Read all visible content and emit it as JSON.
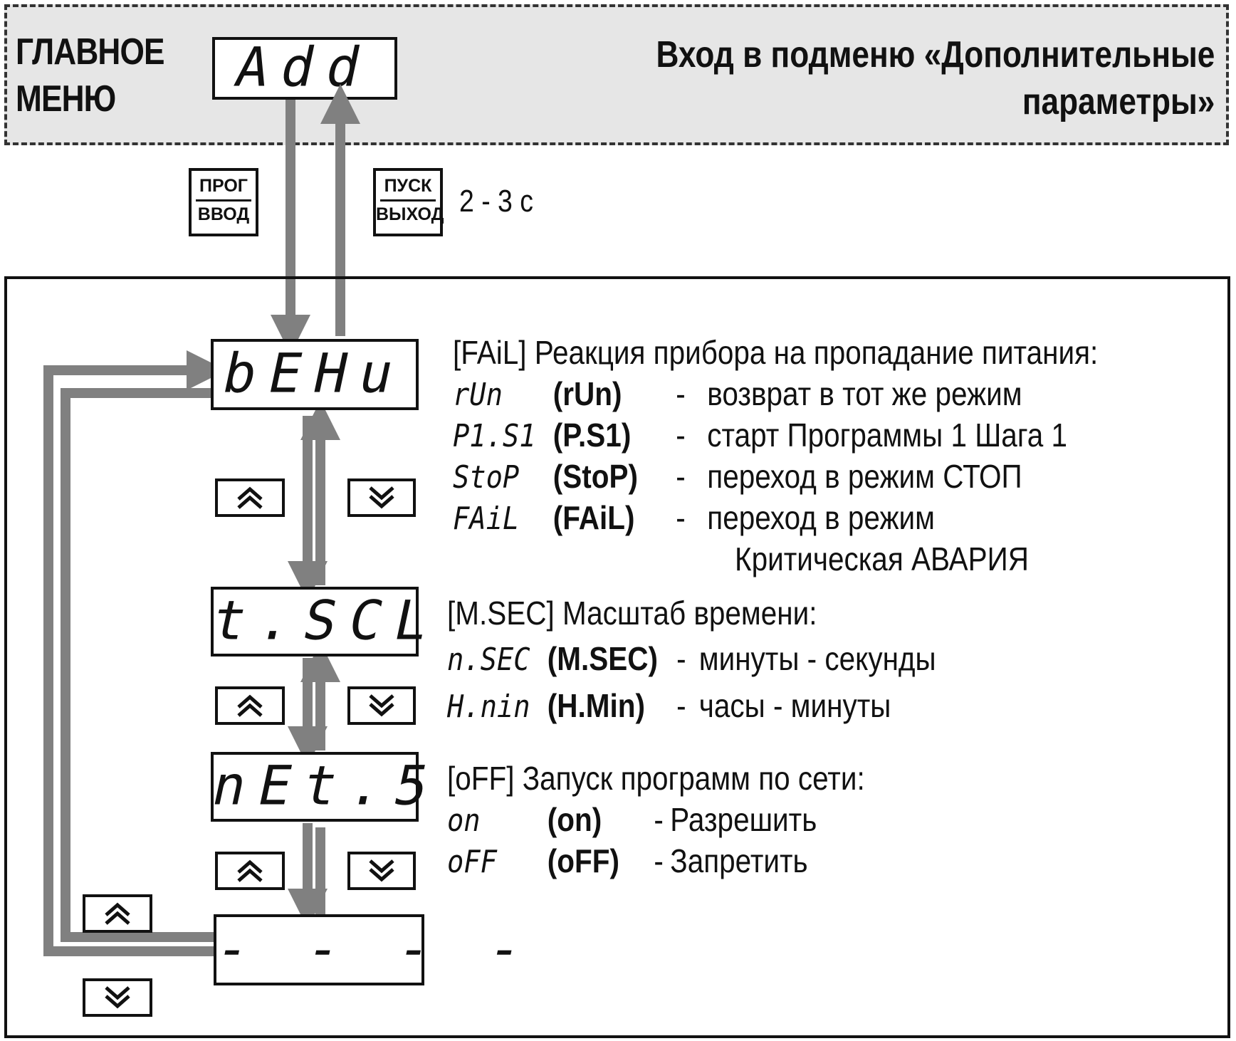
{
  "header": {
    "main_menu_line1": "ГЛАВНОЕ",
    "main_menu_line2": "МЕНЮ",
    "main_display": "Add",
    "submenu_line1": "Вход в подменю «Дополнительные",
    "submenu_line2": "параметры»"
  },
  "keys": {
    "prog_top": "ПРОГ",
    "prog_bottom": "ВВОД",
    "start_top": "ПУСК",
    "start_bottom": "ВЫХОД",
    "hold_time": "2 - 3 с"
  },
  "displays": {
    "behu": "bEHu",
    "tscl": "t.SCL",
    "nets": "nEt.5",
    "end": "- - - -"
  },
  "fail_section": {
    "heading": "[FAiL] Реакция прибора на пропадание питания:",
    "options": [
      {
        "code": "rUn",
        "name": "(rUn)",
        "dash": "-",
        "text": "возврат в тот же режим"
      },
      {
        "code": "P1.S1",
        "name": "(P.S1)",
        "dash": "-",
        "text": "старт Программы 1 Шага 1"
      },
      {
        "code": "StoP",
        "name": "(StoP)",
        "dash": "-",
        "text": "переход в режим СТОП"
      },
      {
        "code": "FAiL",
        "name": "(FAiL)",
        "dash": "-",
        "text": "переход в режим"
      }
    ],
    "continuation": "Критическая АВАРИЯ"
  },
  "msec_section": {
    "heading": "[M.SEC] Масштаб времени:",
    "options": [
      {
        "code": "n.SEC",
        "name": "(M.SEC)",
        "dash": "-",
        "text": "минуты - секунды"
      },
      {
        "code": "H.nin",
        "name": "(H.Min)",
        "dash": "-",
        "text": "часы - минуты"
      }
    ]
  },
  "off_section": {
    "heading": "[oFF] Запуск программ по сети:",
    "options": [
      {
        "code": "on",
        "name": "(on)",
        "dash": "-",
        "text": "Разрешить"
      },
      {
        "code": "oFF",
        "name": "(oFF)",
        "dash": "-",
        "text": "Запретить"
      }
    ]
  },
  "colors": {
    "arrow": "#808080",
    "panel": "#e6e6e6",
    "ink": "#111111"
  }
}
